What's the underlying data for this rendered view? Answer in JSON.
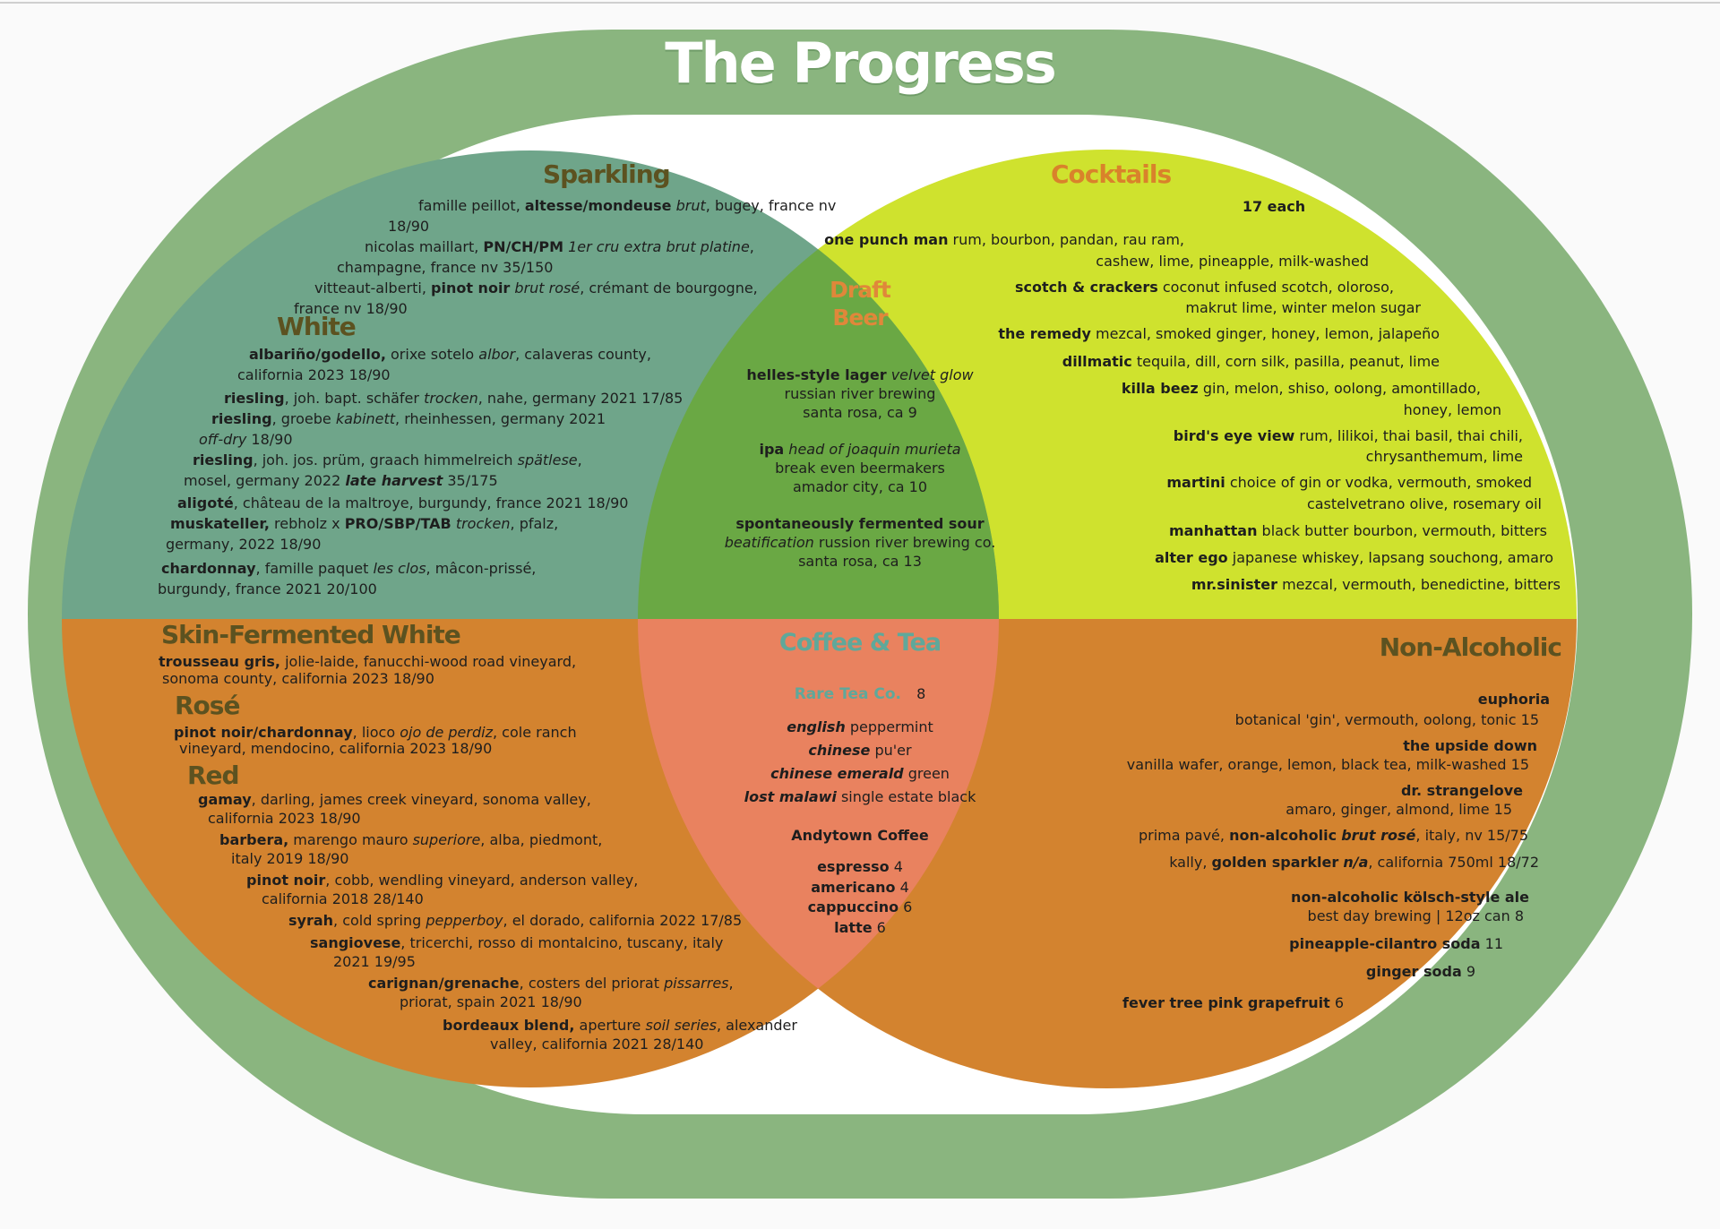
{
  "title": "The Progress",
  "sections": {
    "sparkling": {
      "heading": "Sparkling",
      "lines": [
        [
          {
            "t": "famille peillot, "
          },
          {
            "t": "altesse/mondeuse",
            "b": 1
          },
          {
            "t": " "
          },
          {
            "t": "brut",
            "i": 1
          },
          {
            "t": ", bugey, france nv"
          }
        ],
        [
          {
            "t": "18/90"
          }
        ],
        [
          {
            "t": "nicolas maillart, "
          },
          {
            "t": "PN/CH/PM",
            "b": 1
          },
          {
            "t": " "
          },
          {
            "t": "1er cru extra brut platine",
            "i": 1
          },
          {
            "t": ","
          }
        ],
        [
          {
            "t": "champagne, france nv  35/150"
          }
        ],
        [
          {
            "t": "vitteaut-alberti, "
          },
          {
            "t": "pinot noir",
            "b": 1
          },
          {
            "t": " "
          },
          {
            "t": "brut rosé",
            "i": 1
          },
          {
            "t": ", crémant de bourgogne,"
          }
        ],
        [
          {
            "t": "france nv  18/90"
          }
        ]
      ]
    },
    "white": {
      "heading": "White",
      "lines": [
        [
          {
            "t": "albariño/godello,",
            "b": 1
          },
          {
            "t": " orixe sotelo "
          },
          {
            "t": "albor",
            "i": 1
          },
          {
            "t": ", calaveras county,"
          }
        ],
        [
          {
            "t": "california 2023 18/90"
          }
        ],
        [
          {
            "t": "riesling",
            "b": 1
          },
          {
            "t": ", joh. bapt. schäfer "
          },
          {
            "t": "trocken",
            "i": 1
          },
          {
            "t": ", nahe, germany 2021  17/85"
          }
        ],
        [
          {
            "t": "riesling",
            "b": 1
          },
          {
            "t": ", groebe "
          },
          {
            "t": "kabinett",
            "i": 1
          },
          {
            "t": ", rheinhessen, germany 2021"
          }
        ],
        [
          {
            "t": "off-dry",
            "i": 1
          },
          {
            "t": "  18/90"
          }
        ],
        [
          {
            "t": "riesling",
            "b": 1
          },
          {
            "t": ", joh. jos. prüm, graach himmelreich "
          },
          {
            "t": "spätlese",
            "i": 1
          },
          {
            "t": ","
          }
        ],
        [
          {
            "t": "mosel, germany 2022 "
          },
          {
            "t": "late harvest",
            "i": 1,
            "b": 1
          },
          {
            "t": "  35/175"
          }
        ],
        [
          {
            "t": "aligoté",
            "b": 1
          },
          {
            "t": ", château de la maltroye, burgundy, france 2021 18/90"
          }
        ],
        [
          {
            "t": "muskateller,",
            "b": 1
          },
          {
            "t": " rebholz x "
          },
          {
            "t": "PRO/SBP/TAB",
            "b": 1
          },
          {
            "t": " "
          },
          {
            "t": "trocken",
            "i": 1
          },
          {
            "t": ", pfalz,"
          }
        ],
        [
          {
            "t": "germany, 2022  18/90"
          }
        ],
        [
          {
            "t": "chardonnay",
            "b": 1
          },
          {
            "t": ", famille paquet "
          },
          {
            "t": "les clos",
            "i": 1
          },
          {
            "t": ", mâcon-prissé,"
          }
        ],
        [
          {
            "t": "burgundy, france 2021  20/100"
          }
        ]
      ]
    },
    "cocktails": {
      "heading": "Cocktails",
      "price_note": "17 each",
      "lines": [
        [
          {
            "t": "one punch man",
            "b": 1
          },
          {
            "t": "  rum, bourbon, pandan, rau ram,"
          }
        ],
        [
          {
            "t": "cashew, lime, pineapple, milk-washed"
          }
        ],
        [
          {
            "t": "scotch & crackers",
            "b": 1
          },
          {
            "t": "  coconut infused scotch, oloroso,"
          }
        ],
        [
          {
            "t": "makrut lime, winter melon sugar"
          }
        ],
        [
          {
            "t": "the remedy",
            "b": 1
          },
          {
            "t": " mezcal, smoked ginger, honey, lemon, jalapeño"
          }
        ],
        [
          {
            "t": "dillmatic",
            "b": 1
          },
          {
            "t": "  tequila, dill, corn silk, pasilla, peanut, lime"
          }
        ],
        [
          {
            "t": "killa beez",
            "b": 1
          },
          {
            "t": " gin, melon, shiso, oolong, amontillado,"
          }
        ],
        [
          {
            "t": "honey, lemon"
          }
        ],
        [
          {
            "t": "bird's eye view",
            "b": 1
          },
          {
            "t": "  rum, lilikoi, thai basil, thai chili,"
          }
        ],
        [
          {
            "t": "chrysanthemum, lime"
          }
        ],
        [
          {
            "t": "martini",
            "b": 1
          },
          {
            "t": " choice of gin or vodka, vermouth, smoked"
          }
        ],
        [
          {
            "t": "castelvetrano olive, rosemary oil"
          }
        ],
        [
          {
            "t": "manhattan",
            "b": 1
          },
          {
            "t": "  black butter bourbon, vermouth, bitters"
          }
        ],
        [
          {
            "t": "alter ego",
            "b": 1
          },
          {
            "t": "  japanese whiskey, lapsang souchong, amaro"
          }
        ],
        [
          {
            "t": "mr.sinister",
            "b": 1
          },
          {
            "t": "  mezcal, vermouth, benedictine, bitters"
          }
        ]
      ]
    },
    "draft_beer": {
      "heading_line1": "Draft",
      "heading_line2": "Beer",
      "lines": [
        [
          {
            "t": "helles-style lager",
            "b": 1
          },
          {
            "t": "  "
          },
          {
            "t": "velvet glow",
            "i": 1
          }
        ],
        [
          {
            "t": "russian river brewing"
          }
        ],
        [
          {
            "t": "santa rosa, ca    9"
          }
        ],
        [
          {
            "t": " "
          }
        ],
        [
          {
            "t": "ipa",
            "b": 1
          },
          {
            "t": "  "
          },
          {
            "t": "head of joaquin murieta",
            "i": 1
          }
        ],
        [
          {
            "t": "break even beermakers"
          }
        ],
        [
          {
            "t": "amador city, ca    10"
          }
        ],
        [
          {
            "t": " "
          }
        ],
        [
          {
            "t": "spontaneously fermented sour",
            "b": 1
          }
        ],
        [
          {
            "t": "beatification",
            "i": 1
          },
          {
            "t": " russion river brewing co."
          }
        ],
        [
          {
            "t": "santa rosa, ca    13"
          }
        ]
      ]
    },
    "skin_fermented_white": {
      "heading": "Skin-Fermented White",
      "lines": [
        [
          {
            "t": "trousseau gris,",
            "b": 1
          },
          {
            "t": " jolie-laide, fanucchi-wood road vineyard,"
          }
        ],
        [
          {
            "t": "sonoma county, california 2023  18/90"
          }
        ]
      ]
    },
    "rose": {
      "heading": "Rosé",
      "lines": [
        [
          {
            "t": "pinot noir/chardonnay",
            "b": 1
          },
          {
            "t": ", lioco "
          },
          {
            "t": "ojo de perdiz",
            "i": 1
          },
          {
            "t": ", cole ranch"
          }
        ],
        [
          {
            "t": "vineyard, mendocino, california 2023 18/90"
          }
        ]
      ]
    },
    "red": {
      "heading": "Red",
      "lines": [
        [
          {
            "t": "gamay",
            "b": 1
          },
          {
            "t": ", darling, james creek vineyard, sonoma valley,"
          }
        ],
        [
          {
            "t": "california 2023  18/90"
          }
        ],
        [
          {
            "t": "barbera,",
            "b": 1
          },
          {
            "t": " marengo mauro "
          },
          {
            "t": "superiore",
            "i": 1
          },
          {
            "t": ", alba, piedmont,"
          }
        ],
        [
          {
            "t": "italy 2019 18/90"
          }
        ],
        [
          {
            "t": "pinot noir",
            "b": 1
          },
          {
            "t": ", cobb, wendling vineyard, anderson valley,"
          }
        ],
        [
          {
            "t": "california 2018  28/140"
          }
        ],
        [
          {
            "t": "syrah",
            "b": 1
          },
          {
            "t": ", cold spring "
          },
          {
            "t": "pepperboy",
            "i": 1
          },
          {
            "t": ", el dorado, california 2022  17/85"
          }
        ],
        [
          {
            "t": "sangiovese",
            "b": 1
          },
          {
            "t": ", tricerchi, rosso di montalcino, tuscany, italy"
          }
        ],
        [
          {
            "t": "2021  19/95"
          }
        ],
        [
          {
            "t": "carignan/grenache",
            "b": 1
          },
          {
            "t": ", costers del priorat "
          },
          {
            "t": "pissarres",
            "i": 1
          },
          {
            "t": ","
          }
        ],
        [
          {
            "t": "priorat, spain 2021  18/90"
          }
        ],
        [
          {
            "t": "bordeaux blend,",
            "b": 1
          },
          {
            "t": " aperture "
          },
          {
            "t": "soil series",
            "i": 1
          },
          {
            "t": ", alexander"
          }
        ],
        [
          {
            "t": "valley, california 2021  28/140"
          }
        ]
      ]
    },
    "coffee_tea": {
      "heading": "Coffee & Tea",
      "tea_heading": "Rare Tea Co.",
      "tea_price": "8",
      "tea_lines": [
        [
          {
            "t": "english",
            "b": 1,
            "i": 1
          },
          {
            "t": " peppermint"
          }
        ],
        [
          {
            "t": "chinese",
            "b": 1,
            "i": 1
          },
          {
            "t": " pu'er"
          }
        ],
        [
          {
            "t": "chinese emerald",
            "b": 1,
            "i": 1
          },
          {
            "t": " green"
          }
        ],
        [
          {
            "t": "lost malawi",
            "b": 1,
            "i": 1
          },
          {
            "t": " single estate black"
          }
        ]
      ],
      "coffee_heading": "Andytown Coffee",
      "coffee_lines": [
        [
          {
            "t": "espresso",
            "b": 1
          },
          {
            "t": "   4"
          }
        ],
        [
          {
            "t": "americano",
            "b": 1
          },
          {
            "t": "   4"
          }
        ],
        [
          {
            "t": "cappuccino",
            "b": 1
          },
          {
            "t": "   6"
          }
        ],
        [
          {
            "t": "latte",
            "b": 1
          },
          {
            "t": "   6"
          }
        ]
      ]
    },
    "non_alcoholic": {
      "heading": "Non-Alcoholic",
      "lines": [
        [
          {
            "t": "euphoria",
            "b": 1
          }
        ],
        [
          {
            "t": "botanical 'gin', vermouth, oolong, tonic   15"
          }
        ],
        [
          {
            "t": "the upside down",
            "b": 1
          }
        ],
        [
          {
            "t": "vanilla wafer, orange, lemon, black tea, milk-washed   15"
          }
        ],
        [
          {
            "t": "dr. strangelove",
            "b": 1
          }
        ],
        [
          {
            "t": "amaro, ginger, almond, lime   15"
          }
        ],
        [
          {
            "t": "prima pavé, "
          },
          {
            "t": "non-alcoholic",
            "b": 1
          },
          {
            "t": " "
          },
          {
            "t": "brut rosé",
            "b": 1,
            "i": 1
          },
          {
            "t": ", italy, nv   15/75"
          }
        ],
        [
          {
            "t": "kally, "
          },
          {
            "t": "golden sparkler",
            "b": 1
          },
          {
            "t": " "
          },
          {
            "t": "n/a",
            "b": 1,
            "i": 1
          },
          {
            "t": ", california 750ml   18/72"
          }
        ],
        [
          {
            "t": "non-alcoholic kölsch-style ale",
            "b": 1
          }
        ],
        [
          {
            "t": "best day brewing | 12oz can   8"
          }
        ],
        [
          {
            "t": "pineapple-cilantro soda",
            "b": 1
          },
          {
            "t": "  11"
          }
        ],
        [
          {
            "t": "ginger soda",
            "b": 1
          },
          {
            "t": "  9"
          }
        ],
        [
          {
            "t": "fever tree pink grapefruit",
            "b": 1
          },
          {
            "t": "  6"
          }
        ]
      ]
    }
  },
  "colors": {
    "outer_ring": "#8ab57f",
    "sparkling_white": "#6fa58a",
    "cocktails": "#cfe22e",
    "draft_beer": "#6aa844",
    "wine_lower": "#d3832f",
    "coffee_tea": "#e9825f",
    "non_alcoholic": "#d3832f"
  }
}
